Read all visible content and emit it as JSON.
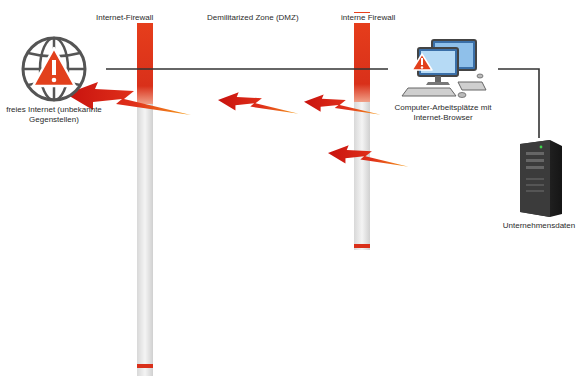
{
  "diagram": {
    "nodes": [
      {
        "text": [
          "freies Internet (unbekannte Gegenstellen)"
        ]
      },
      {
        "text": [
          "Computer-Arbeitsplätze mit Internet-Browser"
        ]
      },
      {
        "text": [
          "Unternehmensdaten"
        ]
      }
    ],
    "edges": [
      {
        "from": 0,
        "to": 1,
        "arrow": "none"
      },
      {
        "from": 1,
        "to": 2,
        "arrow": "none"
      }
    ],
    "labels": [
      "Internet-Firewall",
      "Demilitarized Zone (DMZ)",
      "interne Firewall"
    ]
  }
}
